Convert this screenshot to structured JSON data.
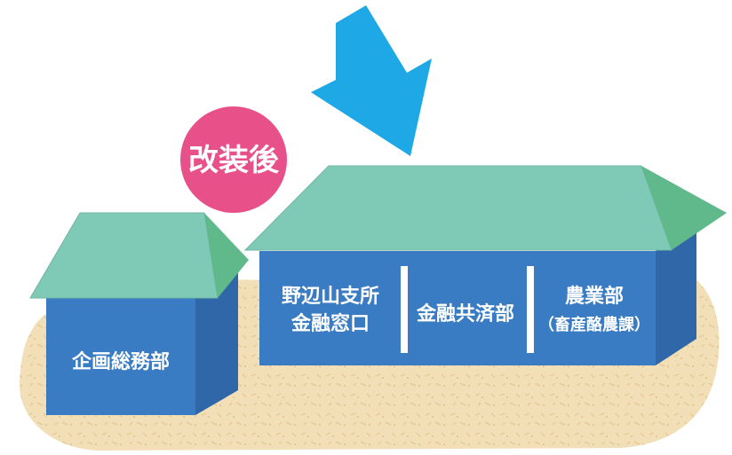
{
  "badge": {
    "label": "改装後",
    "color": "#e8508a"
  },
  "colors": {
    "arrow": "#1ea8e6",
    "roof": "#7fcab7",
    "roof_side": "#5fb98a",
    "wall_front": "#3a7cc3",
    "wall_side": "#2f67a8",
    "ground": "#f2dfb8"
  },
  "small_building": {
    "label": "企画総務部"
  },
  "large_building": {
    "sections": [
      {
        "line1": "野辺山支所",
        "line2": "金融窓口"
      },
      {
        "line1": "金融共済部"
      },
      {
        "line1": "農業部",
        "line2": "（畜産酪農課）"
      }
    ]
  }
}
